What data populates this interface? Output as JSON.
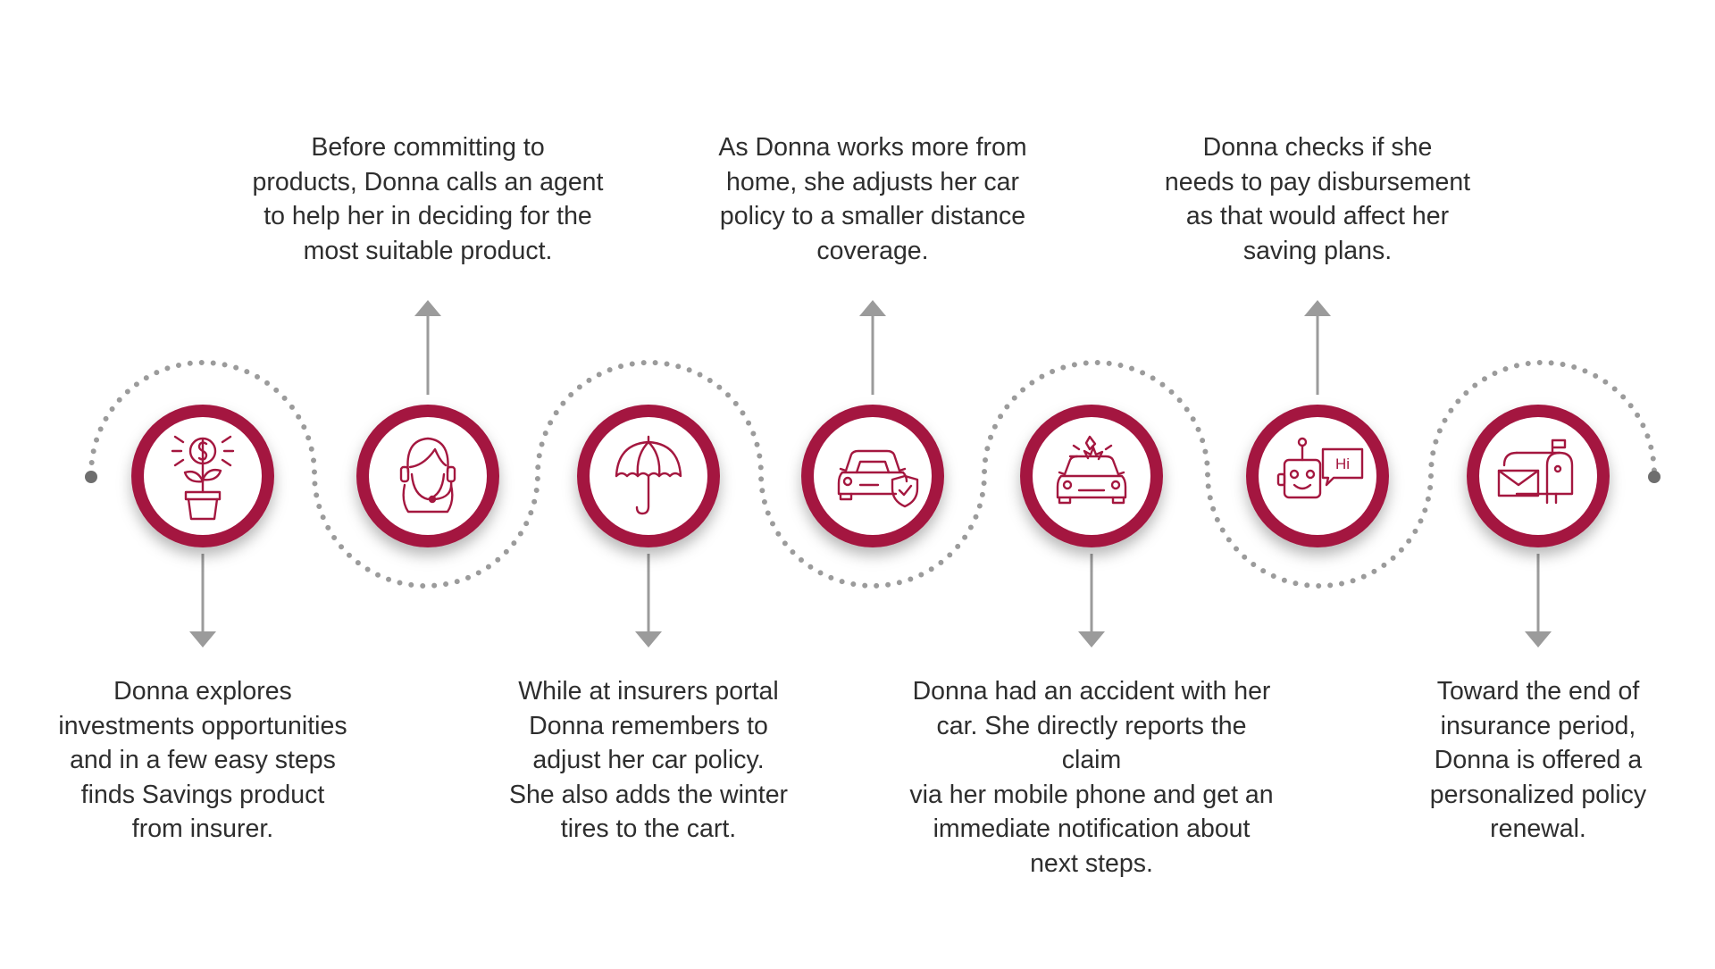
{
  "colors": {
    "accent": "#A4173F",
    "connector": "#9B9B9B",
    "arrow": "#9B9B9B",
    "text": "#2e2e2e"
  },
  "steps": [
    {
      "icon": "plant-money-icon",
      "position": "bottom",
      "text": "Donna explores\ninvestments opportunities\nand in a few easy steps\nfinds Savings product\nfrom insurer."
    },
    {
      "icon": "agent-headset-icon",
      "position": "top",
      "text": "Before committing to\nproducts, Donna calls an agent\nto help her in deciding for the\nmost suitable product."
    },
    {
      "icon": "umbrella-icon",
      "position": "bottom",
      "text": "While at insurers portal\nDonna remembers to\nadjust her car policy.\nShe also adds the winter\ntires to the cart."
    },
    {
      "icon": "car-shield-icon",
      "position": "top",
      "text": "As Donna works more from\nhome, she adjusts her car\npolicy to a smaller distance\ncoverage."
    },
    {
      "icon": "car-crash-icon",
      "position": "bottom",
      "text": "Donna had an accident with her\ncar. She directly reports the claim\nvia her mobile phone and get an\nimmediate notification about\nnext steps."
    },
    {
      "icon": "chatbot-icon",
      "position": "top",
      "bubble_text": "Hi",
      "text": "Donna checks if she\nneeds to pay disbursement\nas that would affect her\nsaving plans."
    },
    {
      "icon": "mailbox-icon",
      "position": "bottom",
      "text": "Toward the end of\ninsurance period,\nDonna is offered a\npersonalized policy\nrenewal."
    }
  ]
}
